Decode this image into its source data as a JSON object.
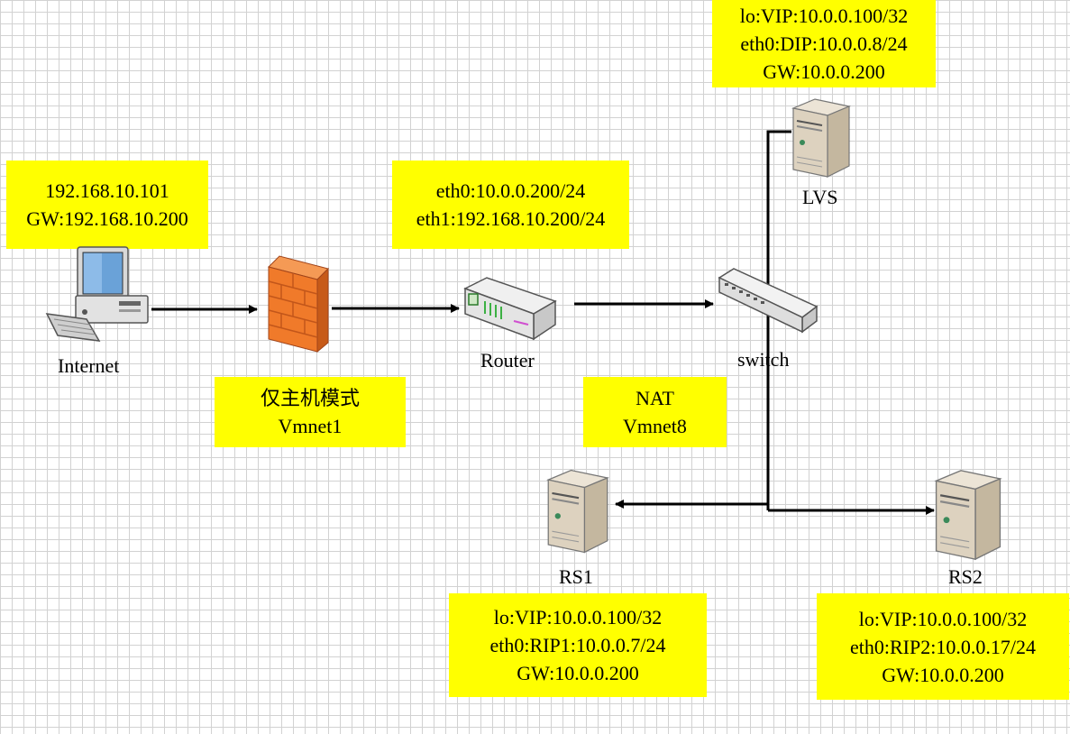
{
  "notes": {
    "internet": [
      "192.168.10.101",
      "GW:192.168.10.200"
    ],
    "router": [
      "eth0:10.0.0.200/24",
      "eth1:192.168.10.200/24"
    ],
    "lvs": [
      "lo:VIP:10.0.0.100/32",
      "eth0:DIP:10.0.0.8/24",
      "GW:10.0.0.200"
    ],
    "vmnet1": [
      "仅主机模式",
      "Vmnet1"
    ],
    "vmnet8": [
      "NAT",
      "Vmnet8"
    ],
    "rs1": [
      "lo:VIP:10.0.0.100/32",
      "eth0:RIP1:10.0.0.7/24",
      "GW:10.0.0.200"
    ],
    "rs2": [
      "lo:VIP:10.0.0.100/32",
      "eth0:RIP2:10.0.0.17/24",
      "GW:10.0.0.200"
    ]
  },
  "devices": {
    "internet": "Internet",
    "router": "Router",
    "switch": "switch",
    "lvs": "LVS",
    "rs1": "RS1",
    "rs2": "RS2"
  },
  "colors": {
    "note_fill": "#ffff00",
    "grid": "#d2d2d2",
    "firewall": "#f07a2a",
    "server_body": "#ddd2bf"
  },
  "icons": [
    "computer-icon",
    "firewall-icon",
    "router-icon",
    "switch-icon",
    "server-icon"
  ]
}
